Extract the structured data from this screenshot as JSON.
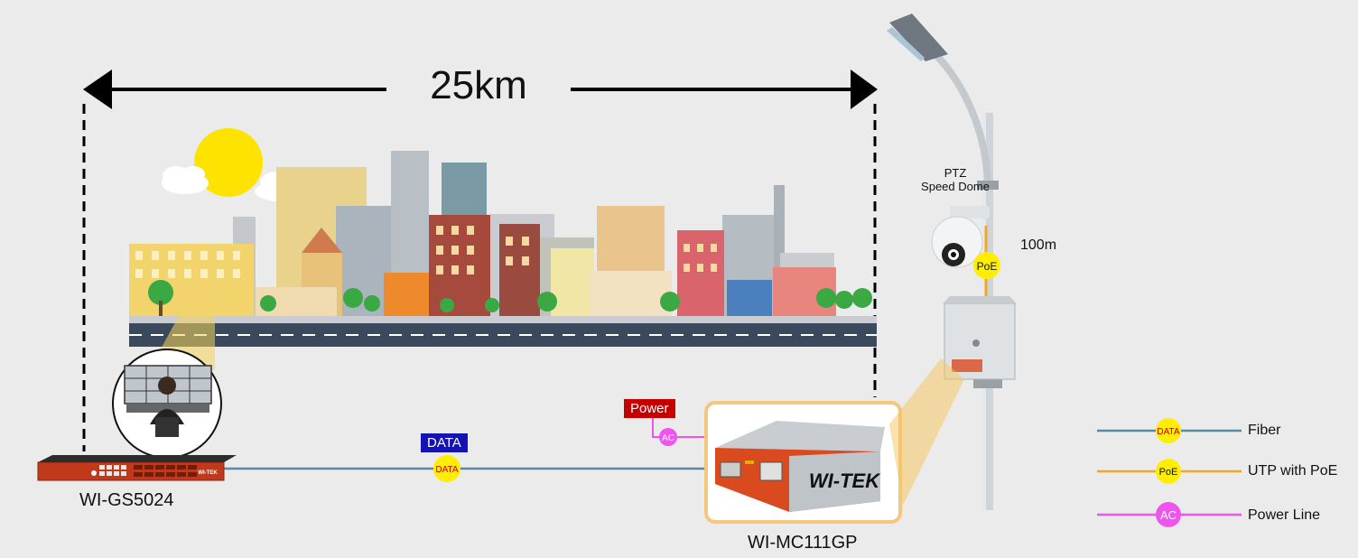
{
  "distance": "25km",
  "devices": {
    "switch": "WI-GS5024",
    "converter": "WI-MC111GP",
    "converter_brand": "WI-TEK",
    "switch_brand": "WI-TEK"
  },
  "camera": {
    "line1": "PTZ",
    "line2": "Speed Dome"
  },
  "cable_length": "100m",
  "tags": {
    "data": "DATA",
    "power": "Power"
  },
  "markers": {
    "data": "DATA",
    "poe": "PoE",
    "ac": "AC"
  },
  "legend": [
    {
      "marker": "DATA",
      "label": "Fiber",
      "color": "#5b89a6"
    },
    {
      "marker": "PoE",
      "label": "UTP with PoE",
      "color": "#f5a623"
    },
    {
      "marker": "AC",
      "label": "Power Line",
      "color": "#ee55ee"
    }
  ],
  "colors": {
    "fiber": "#5b89a6",
    "poe": "#f5a623",
    "power": "#ee55ee",
    "marker_yellow": "#ffee00",
    "data_tag": "#1414b4",
    "power_tag": "#c40000",
    "converter_orange": "#d94a1f"
  }
}
